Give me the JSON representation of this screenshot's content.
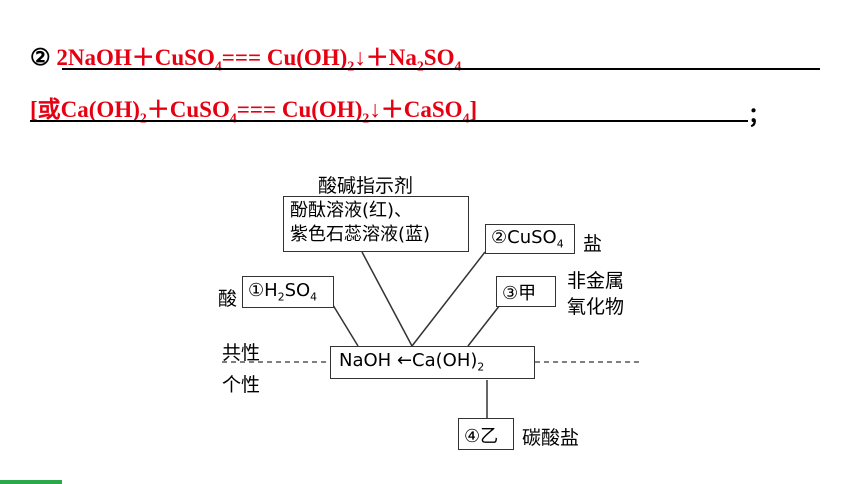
{
  "equation1": {
    "number": "②",
    "parts": [
      "2NaOH＋CuSO",
      "4",
      "=== Cu(OH)",
      "2",
      "↓＋Na",
      "2",
      "SO",
      "4"
    ]
  },
  "equation2": {
    "parts": [
      "[或Ca(OH)",
      "2",
      "＋CuSO",
      "4",
      "=== Cu(OH)",
      "2",
      "↓＋CaSO",
      "4",
      "]"
    ],
    "terminator": "；"
  },
  "diagram": {
    "indicator_title": "酸碱指示剂",
    "indicator_line1": "酚酞溶液(红)、",
    "indicator_line2": "紫色石蕊溶液(蓝)",
    "salt_box": {
      "num": "②",
      "formula": "CuSO",
      "sub": "4"
    },
    "salt_label": "盐",
    "acid_label": "酸",
    "acid_box": {
      "num": "①",
      "formula_a": "H",
      "sub_a": "2",
      "formula_b": "SO",
      "sub_b": "4"
    },
    "oxide_box": "③甲",
    "oxide_label_1": "非金属",
    "oxide_label_2": "氧化物",
    "common_label": "共性",
    "individual_label": "个性",
    "center_box": {
      "left": "NaOH",
      "arrow": "←",
      "right": "Ca(OH)",
      "right_sub": "2"
    },
    "carbonate_box": "④乙",
    "carbonate_label": "碳酸盐"
  },
  "colors": {
    "answer": "#e60012",
    "line": "#333333",
    "accent": "#2ba84a"
  }
}
